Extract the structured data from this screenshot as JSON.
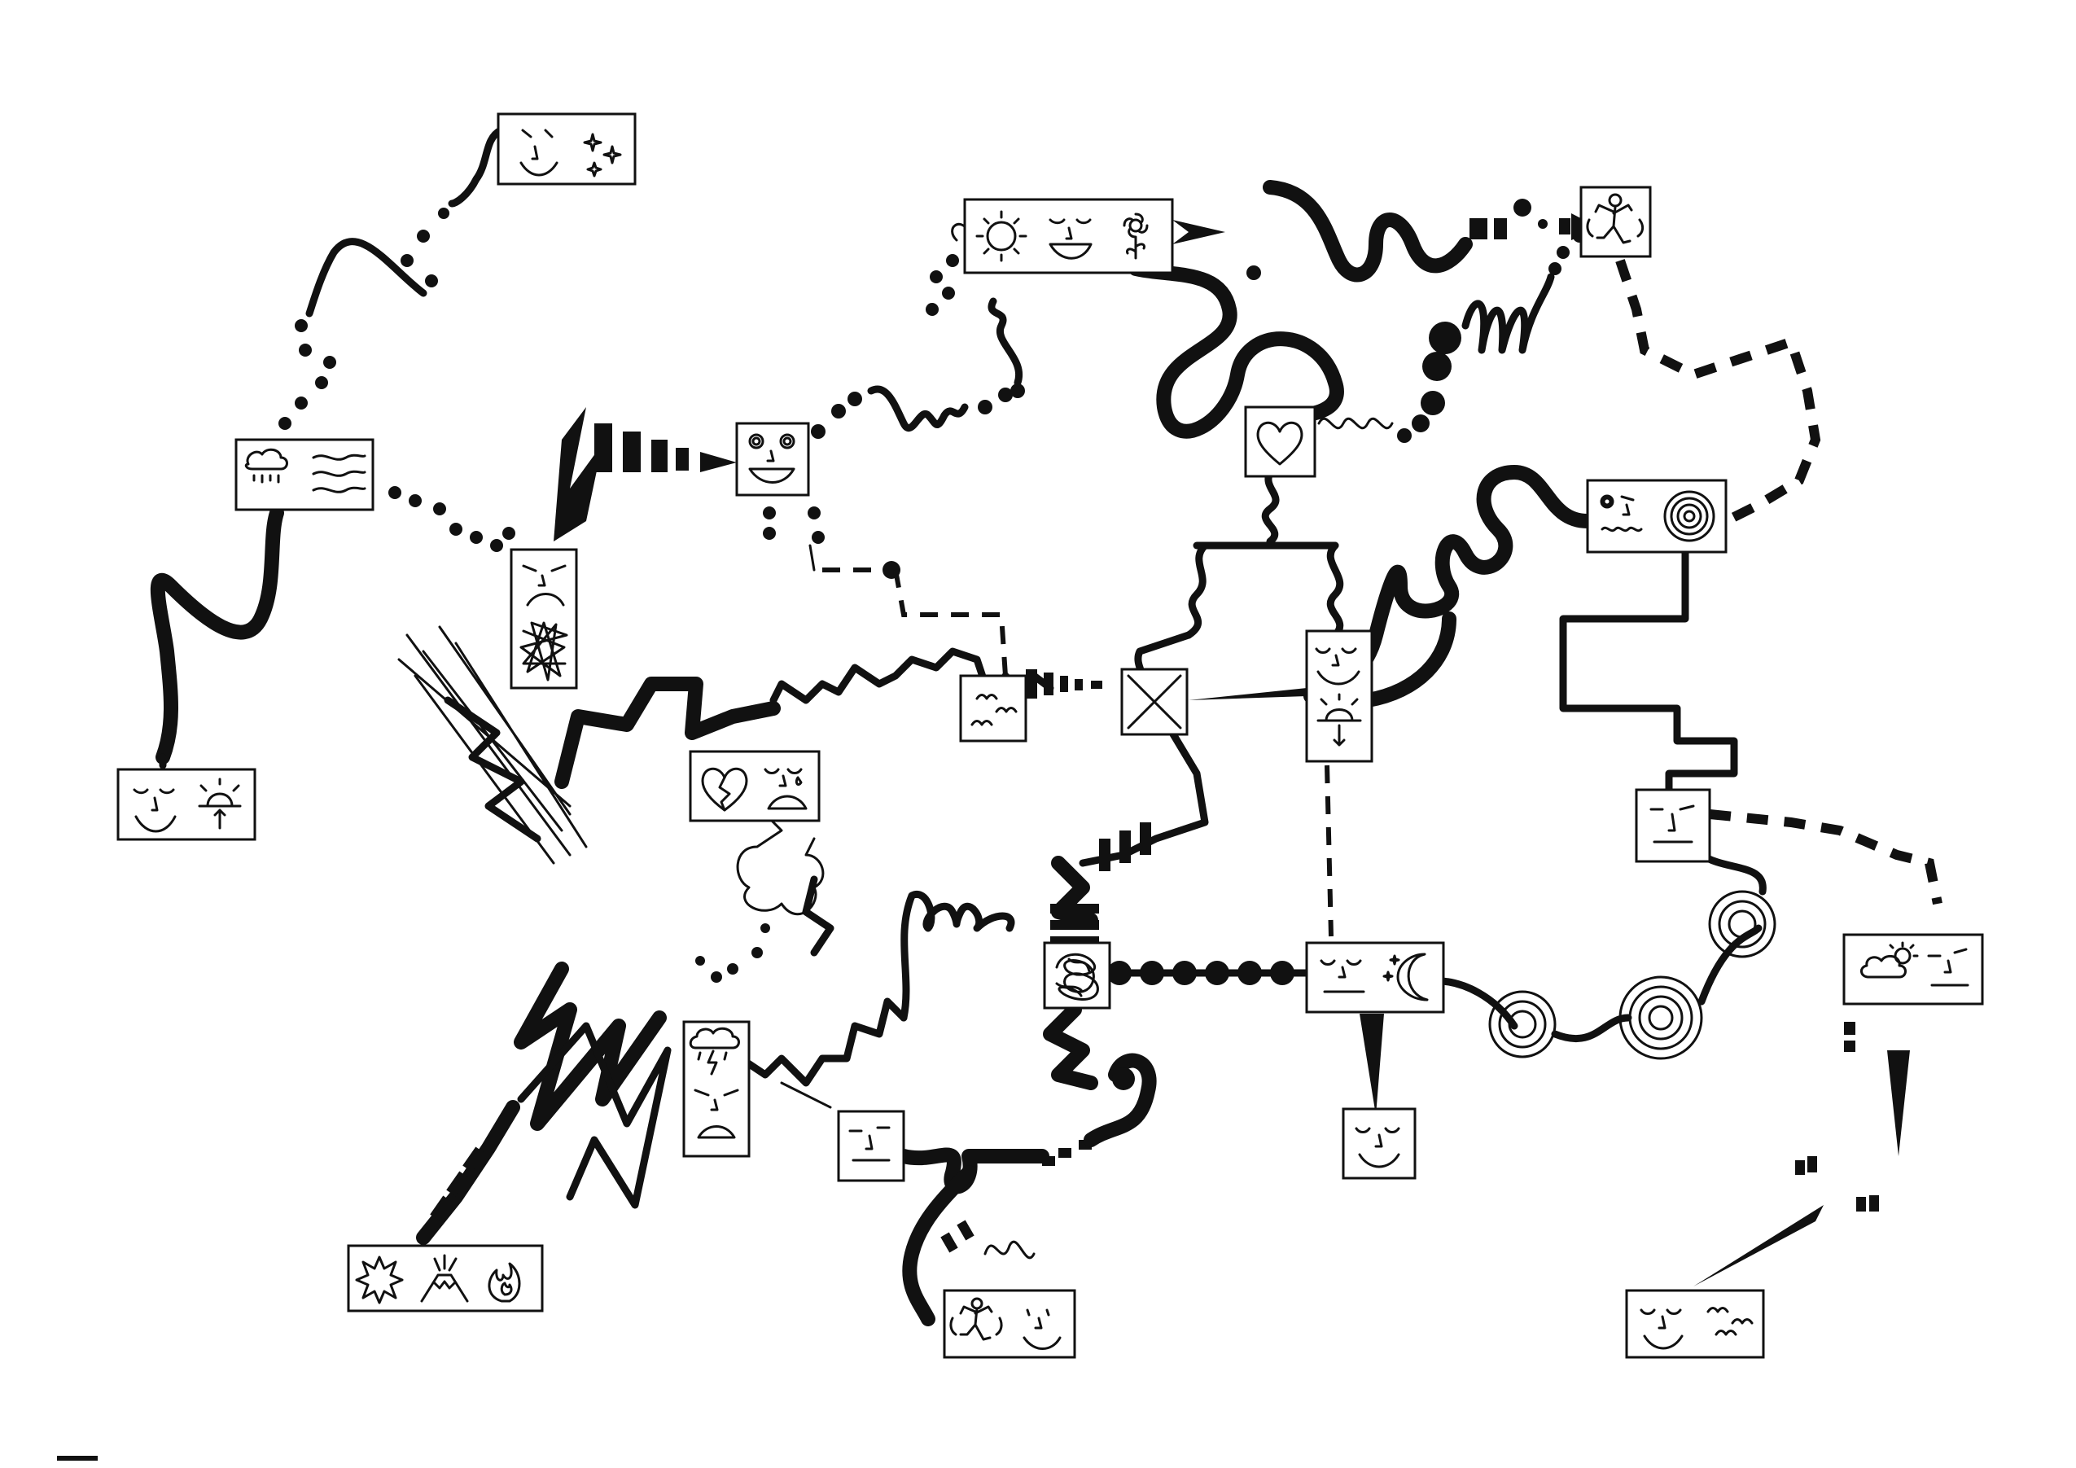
{
  "colors": {
    "ink": "#111111",
    "paper": "#ffffff"
  },
  "nodes": [
    {
      "id": "n-moon-stars",
      "icons": [
        "sleepy-face-icon",
        "star-icon",
        "star-icon"
      ]
    },
    {
      "id": "n-cloud-wind",
      "icons": [
        "rain-cloud-icon",
        "wind-waves-icon"
      ]
    },
    {
      "id": "n-sunrise-face",
      "icons": [
        "calm-face-icon",
        "sunrise-icon"
      ]
    },
    {
      "id": "n-sun-smile-flower",
      "icons": [
        "sun-icon",
        "happy-face-icon",
        "flower-icon"
      ]
    },
    {
      "id": "n-dancer-top",
      "icons": [
        "dancing-figure-icon"
      ]
    },
    {
      "id": "n-dizzy-smile",
      "icons": [
        "dizzy-happy-face-icon"
      ]
    },
    {
      "id": "n-heart",
      "icons": [
        "heart-icon"
      ]
    },
    {
      "id": "n-sad-scribble",
      "icons": [
        "sad-face-icon",
        "scribble-icon"
      ]
    },
    {
      "id": "n-birds",
      "icons": [
        "birds-icon"
      ]
    },
    {
      "id": "n-cross",
      "icons": [
        "cross-box-icon"
      ]
    },
    {
      "id": "n-face-sunset",
      "icons": [
        "calm-face-icon",
        "sunset-icon"
      ]
    },
    {
      "id": "n-dizzy-spiral",
      "icons": [
        "dizzy-face-icon",
        "spiral-icon"
      ]
    },
    {
      "id": "n-broken-heart",
      "icons": [
        "broken-heart-icon",
        "crying-face-icon"
      ]
    },
    {
      "id": "n-neutral-right",
      "icons": [
        "neutral-face-icon"
      ]
    },
    {
      "id": "n-tangle",
      "icons": [
        "tangle-icon"
      ]
    },
    {
      "id": "n-face-moon",
      "icons": [
        "sleepy-face-icon",
        "moon-stars-icon"
      ]
    },
    {
      "id": "n-cloud-sun-face",
      "icons": [
        "cloud-sun-icon",
        "neutral-face-icon"
      ]
    },
    {
      "id": "n-storm-angry",
      "icons": [
        "storm-cloud-icon",
        "angry-face-icon"
      ]
    },
    {
      "id": "n-neutral-mid",
      "icons": [
        "neutral-face-icon"
      ]
    },
    {
      "id": "n-sleepy-bottom",
      "icons": [
        "sleepy-face-icon"
      ]
    },
    {
      "id": "n-explosion-volcano-fire",
      "icons": [
        "explosion-icon",
        "volcano-icon",
        "fire-icon"
      ]
    },
    {
      "id": "n-dancer-smile",
      "icons": [
        "dancing-figure-icon",
        "happy-face-icon"
      ]
    },
    {
      "id": "n-sleepy-birds",
      "icons": [
        "sleepy-face-icon",
        "birds-icon"
      ]
    }
  ]
}
